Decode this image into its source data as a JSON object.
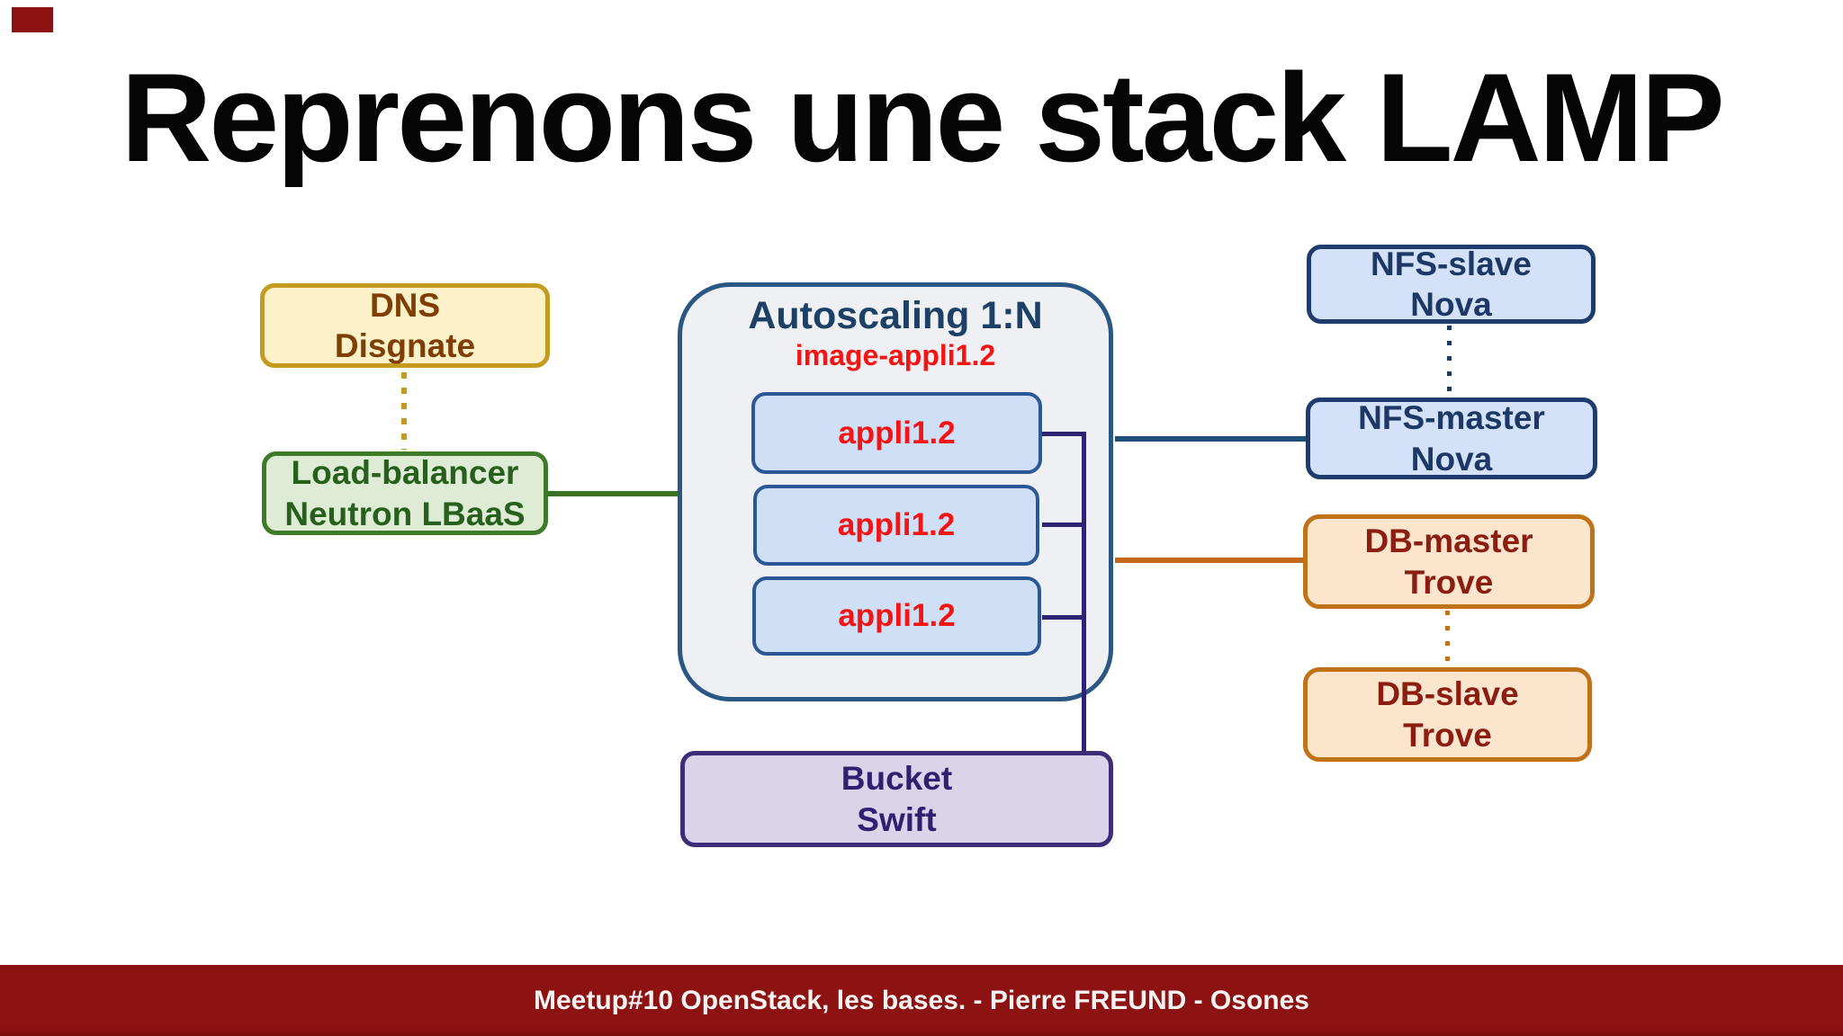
{
  "slide": {
    "title": "Reprenons une stack LAMP",
    "footer_text": "Meetup#10 OpenStack, les bases. - Pierre FREUND - Osones"
  },
  "diagram": {
    "dns": {
      "name": "DNS",
      "service": "Disgnate"
    },
    "load_balancer": {
      "name": "Load-balancer",
      "service": "Neutron LBaaS"
    },
    "autoscaling": {
      "title": "Autoscaling 1:N",
      "image_label": "image-appli1.2",
      "instances": [
        "appli1.2",
        "appli1.2",
        "appli1.2"
      ]
    },
    "bucket": {
      "name": "Bucket",
      "service": "Swift"
    },
    "nfs_slave": {
      "name": "NFS-slave",
      "service": "Nova"
    },
    "nfs_master": {
      "name": "NFS-master",
      "service": "Nova"
    },
    "db_master": {
      "name": "DB-master",
      "service": "Trove"
    },
    "db_slave": {
      "name": "DB-slave",
      "service": "Trove"
    }
  },
  "colors": {
    "footer_bar": "#8D1212",
    "corner_mark": "#8D1212",
    "title_text": "#050505",
    "highlight_red": "#F41414",
    "cluster_border": "#2A5783",
    "cluster_fill": "#EEF0F3",
    "appli_fill": "#CEDFF6",
    "gold": "#C49A1F",
    "green": "#3E7A28",
    "navy": "#1D3864",
    "orange": "#BF7218",
    "purple": "#3D2C78"
  }
}
